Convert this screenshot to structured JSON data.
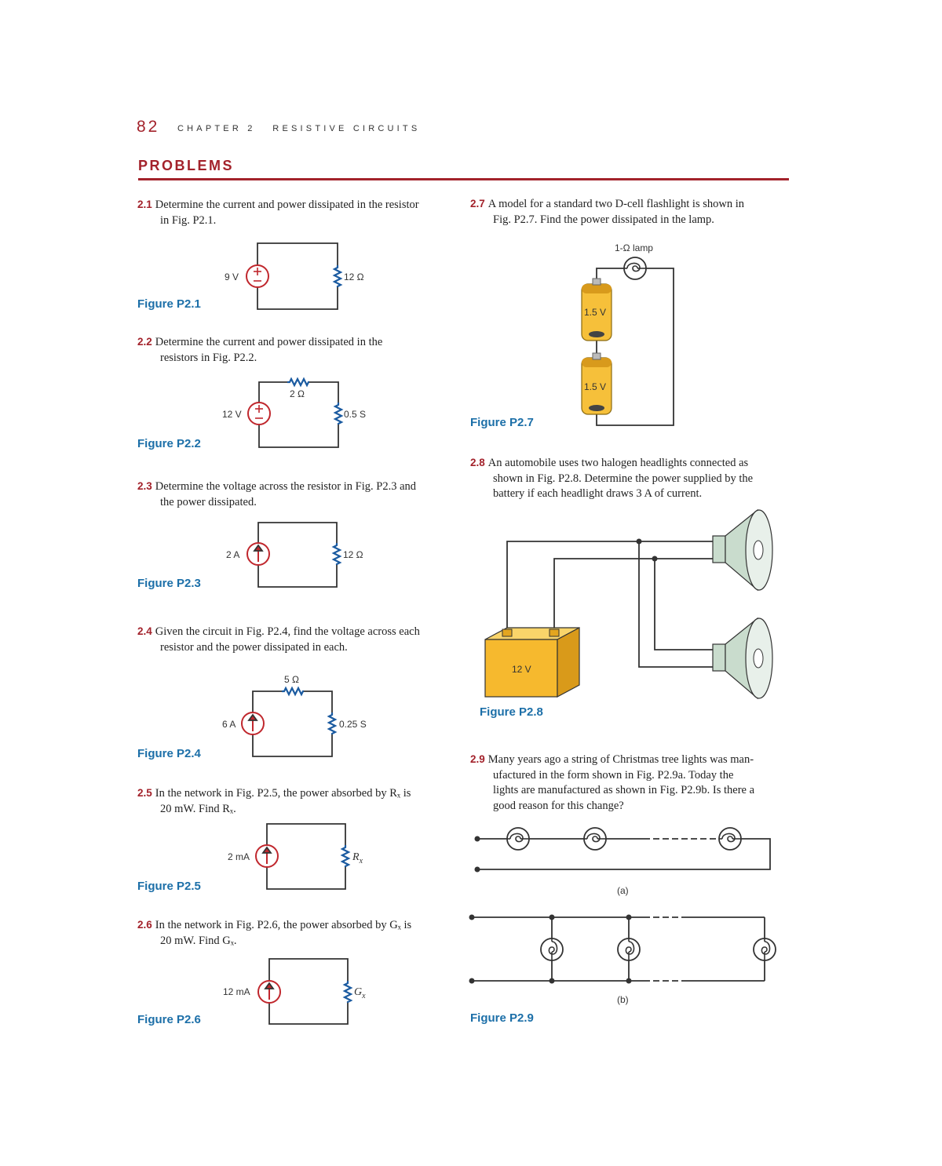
{
  "header": {
    "page_number": "82",
    "chapter": "CHAPTER 2   RESISTIVE CIRCUITS",
    "section_title": "PROBLEMS"
  },
  "problems": [
    {
      "num": "2.1",
      "line1": "Determine the current and power dissipated in the resistor",
      "line2": "in Fig. P2.1."
    },
    {
      "num": "2.2",
      "line1": "Determine the current and power dissipated in the",
      "line2": "resistors in Fig. P2.2."
    },
    {
      "num": "2.3",
      "line1": "Determine the voltage across the resistor in Fig. P2.3 and",
      "line2": "the power dissipated."
    },
    {
      "num": "2.4",
      "line1": "Given the circuit in Fig. P2.4, find the voltage across each",
      "line2": "resistor and the power dissipated in each."
    },
    {
      "num": "2.5",
      "line1": "In the network in Fig. P2.5, the power absorbed by Rₓ is",
      "line2": "20 mW. Find Rₓ."
    },
    {
      "num": "2.6",
      "line1": "In the network in Fig. P2.6, the power absorbed by Gₓ is",
      "line2": "20 mW. Find Gₓ."
    },
    {
      "num": "2.7",
      "line1": "A model for a standard two D-cell flashlight is shown in",
      "line2": "Fig. P2.7. Find the power dissipated in the lamp."
    },
    {
      "num": "2.8",
      "line1": "An automobile uses two halogen headlights connected as",
      "line2": "shown in Fig. P2.8. Determine the power supplied by the",
      "line3": "battery if each headlight draws 3 A of current."
    },
    {
      "num": "2.9",
      "line1": "Many years ago a string of Christmas tree lights was man-",
      "line2": "ufactured in the form shown in Fig. P2.9a. Today the",
      "line3": "lights are manufactured as shown in Fig. P2.9b. Is there a",
      "line4": "good reason for this change?"
    }
  ],
  "figures": {
    "p21": {
      "caption": "Figure P2.1",
      "source": "9 V",
      "resistor": "12 Ω"
    },
    "p22": {
      "caption": "Figure P2.2",
      "source": "12 V",
      "top_resistor": "2 Ω",
      "right_resistor": "0.5 S"
    },
    "p23": {
      "caption": "Figure P2.3",
      "source": "2 A",
      "resistor": "12 Ω"
    },
    "p24": {
      "caption": "Figure P2.4",
      "source": "6 A",
      "top_resistor": "5 Ω",
      "right_resistor": "0.25 S"
    },
    "p25": {
      "caption": "Figure P2.5",
      "source": "2 mA",
      "resistor_symbol": "R",
      "resistor_sub": "x"
    },
    "p26": {
      "caption": "Figure P2.6",
      "source": "12 mA",
      "resistor_symbol": "G",
      "resistor_sub": "x"
    },
    "p27": {
      "caption": "Figure P2.7",
      "lamp": "1-Ω lamp",
      "cell1": "1.5 V",
      "cell2": "1.5 V"
    },
    "p28": {
      "caption": "Figure P2.8",
      "battery": "12 V"
    },
    "p29": {
      "caption": "Figure P2.9",
      "label_a": "(a)",
      "label_b": "(b)"
    }
  },
  "colors": {
    "accent_red": "#a3222b",
    "figure_blue": "#1c6fa8",
    "battery_yellow": "#f6c03a",
    "headlight_green": "#c9dccd"
  }
}
